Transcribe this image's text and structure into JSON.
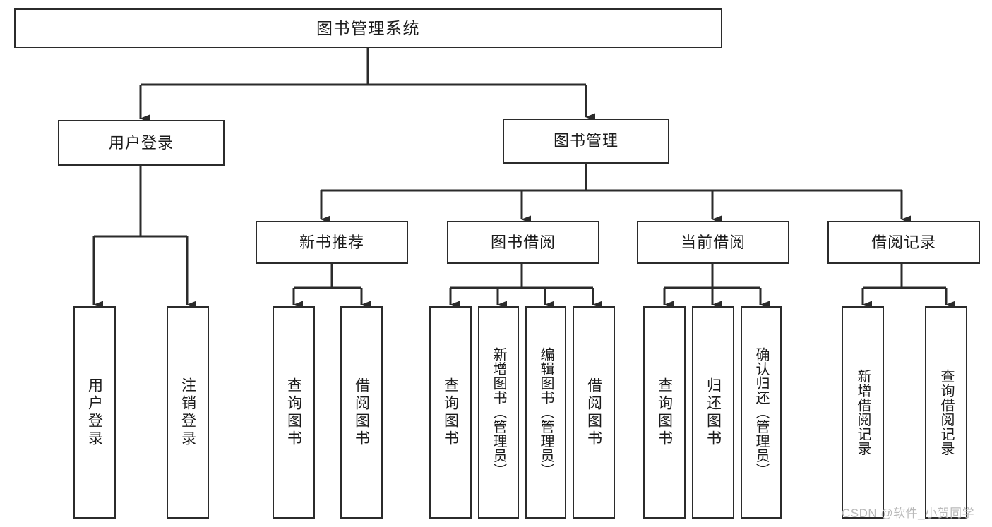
{
  "diagram": {
    "type": "tree",
    "title": "图书管理系统",
    "orientation": "top-down",
    "colors": {
      "box_stroke": "#2b2b2b",
      "box_fill": "#ffffff",
      "edge": "#2b2b2b",
      "text": "#1b1b1b",
      "watermark": "#b9b9b9",
      "background": "#ffffff"
    },
    "watermark": "CSDN @软件_小贺同学",
    "levels": {
      "root": "图书管理系统",
      "level2": [
        "用户登录",
        "图书管理"
      ],
      "level3": [
        "新书推荐",
        "图书借阅",
        "当前借阅",
        "借阅记录"
      ]
    },
    "nodes": {
      "root": {
        "id": "root",
        "label": "图书管理系统",
        "level": 1,
        "orientation": "horizontal"
      },
      "user_login": {
        "id": "user-login",
        "label": "用户登录",
        "level": 2,
        "orientation": "horizontal",
        "parent": "图书管理系统"
      },
      "book_mgmt": {
        "id": "book-mgmt",
        "label": "图书管理",
        "level": 2,
        "orientation": "horizontal",
        "parent": "图书管理系统"
      },
      "new_book_rec": {
        "id": "new-book-recommend",
        "label": "新书推荐",
        "level": 3,
        "orientation": "horizontal",
        "parent": "图书管理"
      },
      "book_borrow": {
        "id": "book-borrow",
        "label": "图书借阅",
        "level": 3,
        "orientation": "horizontal",
        "parent": "图书管理"
      },
      "current_borrow": {
        "id": "current-borrow",
        "label": "当前借阅",
        "level": 3,
        "orientation": "horizontal",
        "parent": "图书管理"
      },
      "borrow_record": {
        "id": "borrow-record",
        "label": "借阅记录",
        "level": 3,
        "orientation": "horizontal",
        "parent": "图书管理"
      },
      "leaf_user_login": {
        "id": "leaf-user-login",
        "label": "用户登录",
        "level": 4,
        "orientation": "vertical",
        "parent": "用户登录"
      },
      "leaf_logout": {
        "id": "leaf-logout",
        "label": "注销登录",
        "level": 4,
        "orientation": "vertical",
        "parent": "用户登录"
      },
      "leaf_query_book_rec": {
        "id": "leaf-query-book-recommend",
        "label": "查询图书",
        "level": 4,
        "orientation": "vertical",
        "parent": "新书推荐"
      },
      "leaf_borrow_book_rec": {
        "id": "leaf-borrow-book-recommend",
        "label": "借阅图书",
        "level": 4,
        "orientation": "vertical",
        "parent": "新书推荐"
      },
      "leaf_query_book_borrow": {
        "id": "leaf-query-book-borrow",
        "label": "查询图书",
        "level": 4,
        "orientation": "vertical",
        "parent": "图书借阅"
      },
      "leaf_add_book": {
        "id": "leaf-add-book",
        "label": "新增图书（管理员）",
        "level": 4,
        "orientation": "vertical",
        "parent": "图书借阅"
      },
      "leaf_edit_book": {
        "id": "leaf-edit-book",
        "label": "编辑图书（管理员）",
        "level": 4,
        "orientation": "vertical",
        "parent": "图书借阅"
      },
      "leaf_borrow_book": {
        "id": "leaf-borrow-book",
        "label": "借阅图书",
        "level": 4,
        "orientation": "vertical",
        "parent": "图书借阅"
      },
      "leaf_query_book_cur": {
        "id": "leaf-query-book-current",
        "label": "查询图书",
        "level": 4,
        "orientation": "vertical",
        "parent": "当前借阅"
      },
      "leaf_return_book": {
        "id": "leaf-return-book",
        "label": "归还图书",
        "level": 4,
        "orientation": "vertical",
        "parent": "当前借阅"
      },
      "leaf_confirm_return": {
        "id": "leaf-confirm-return",
        "label": "确认归还（管理员）",
        "level": 4,
        "orientation": "vertical",
        "parent": "当前借阅"
      },
      "leaf_add_record": {
        "id": "leaf-add-borrow-record",
        "label": "新增借阅记录",
        "level": 4,
        "orientation": "vertical",
        "parent": "借阅记录"
      },
      "leaf_query_record": {
        "id": "leaf-query-borrow-record",
        "label": "查询借阅记录",
        "level": 4,
        "orientation": "vertical",
        "parent": "借阅记录"
      }
    }
  }
}
